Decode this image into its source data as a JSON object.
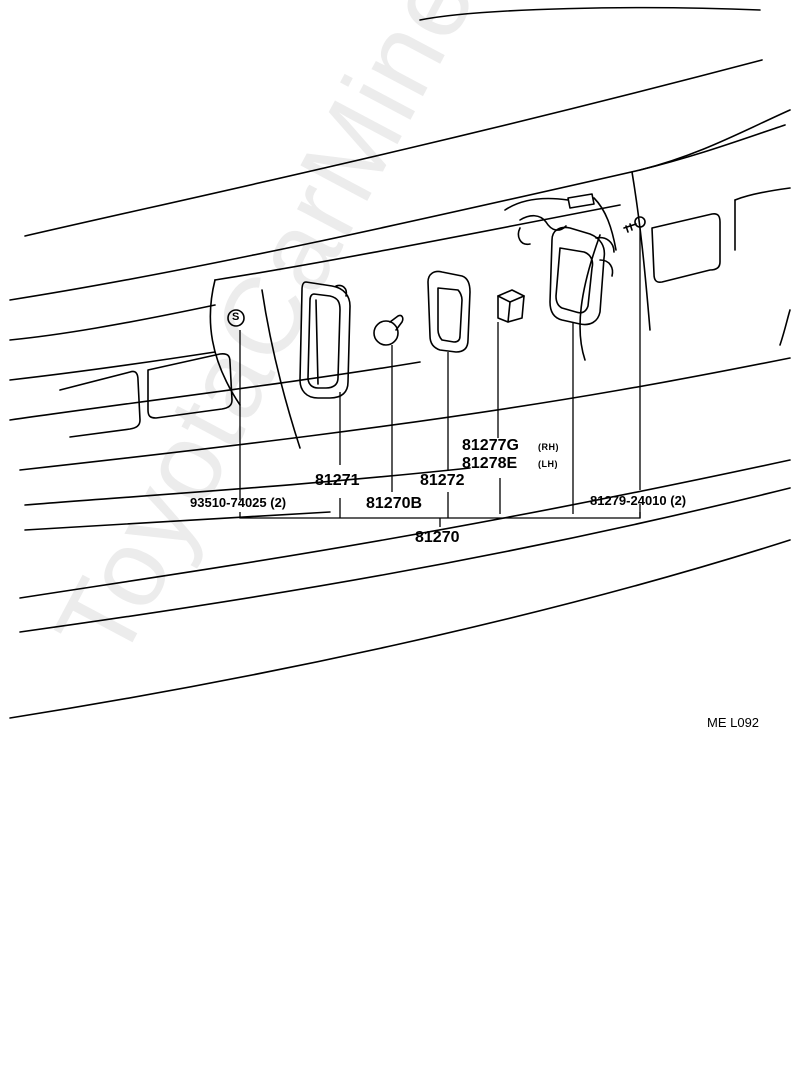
{
  "watermark": "ToyotaCarMine.ru",
  "reference_code": "ME  L092",
  "parts": {
    "p81271": "81271",
    "p81270B": "81270B",
    "p81272": "81272",
    "p81277G": "81277G",
    "p81278E": "81278E",
    "tag_rh": "(RH)",
    "tag_lh": "(LH)",
    "p93510": "93510-74025 (2)",
    "p81279": "81279-24010 (2)",
    "p81270": "81270"
  },
  "symbols": {
    "s_marker": "S"
  }
}
